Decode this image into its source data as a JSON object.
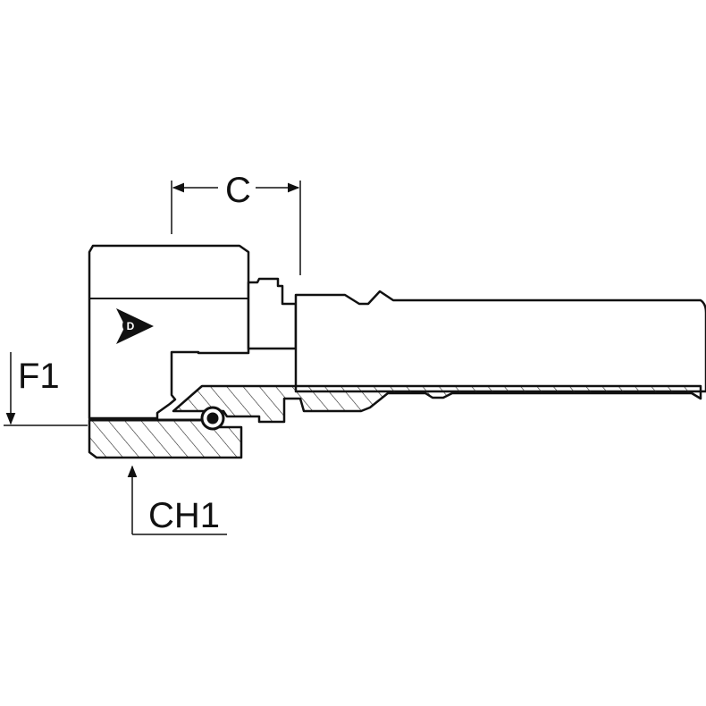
{
  "diagram": {
    "dimension_labels": {
      "c": "C",
      "f1": "F1",
      "ch1": "CH1"
    },
    "logo": {
      "name": "dunlop-d-logo",
      "letter": "D"
    },
    "colors": {
      "outline": "#111111",
      "fill": "#ffffff",
      "hatch": "#222222"
    }
  }
}
